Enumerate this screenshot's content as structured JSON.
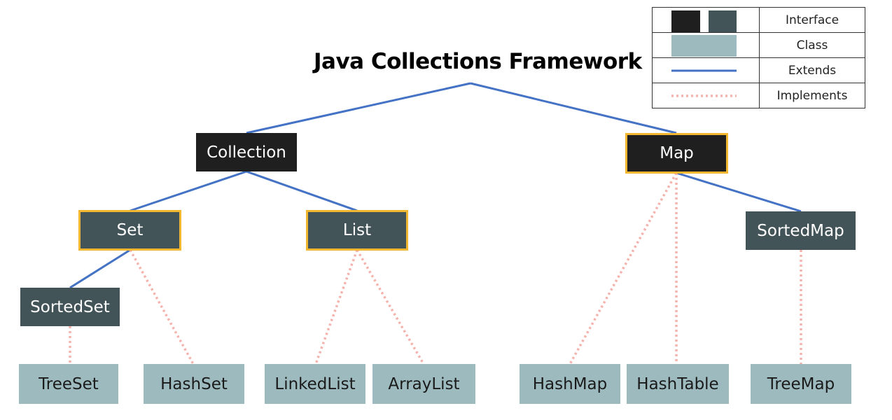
{
  "title": "Java Collections Framework",
  "colors": {
    "interface_dark": "#1f1f1f",
    "interface_slate": "#435459",
    "class": "#9dbbbf",
    "highlight_border": "#f2b731",
    "extends_line": "#4472c4",
    "implements_line": "#f4b3ad"
  },
  "legend": [
    {
      "label": "Interface",
      "symbol": "two dark boxes"
    },
    {
      "label": "Class",
      "symbol": "light box"
    },
    {
      "label": "Extends",
      "symbol": "solid blue line"
    },
    {
      "label": "Implements",
      "symbol": "dotted pink line"
    }
  ],
  "nodes": {
    "collection": "Collection",
    "map": "Map",
    "set": "Set",
    "list": "List",
    "sortedmap": "SortedMap",
    "sortedset": "SortedSet",
    "treeset": "TreeSet",
    "hashset": "HashSet",
    "linkedlist": "LinkedList",
    "arraylist": "ArrayList",
    "hashmap": "HashMap",
    "hashtable": "HashTable",
    "treemap": "TreeMap"
  },
  "relations": {
    "extends": [
      [
        "title",
        "collection"
      ],
      [
        "title",
        "map"
      ],
      [
        "collection",
        "set"
      ],
      [
        "collection",
        "list"
      ],
      [
        "set",
        "sortedset"
      ],
      [
        "map",
        "sortedmap"
      ]
    ],
    "implements": [
      [
        "sortedset",
        "treeset"
      ],
      [
        "set",
        "hashset"
      ],
      [
        "list",
        "linkedlist"
      ],
      [
        "list",
        "arraylist"
      ],
      [
        "map",
        "hashmap"
      ],
      [
        "map",
        "hashtable"
      ],
      [
        "sortedmap",
        "treemap"
      ]
    ]
  }
}
